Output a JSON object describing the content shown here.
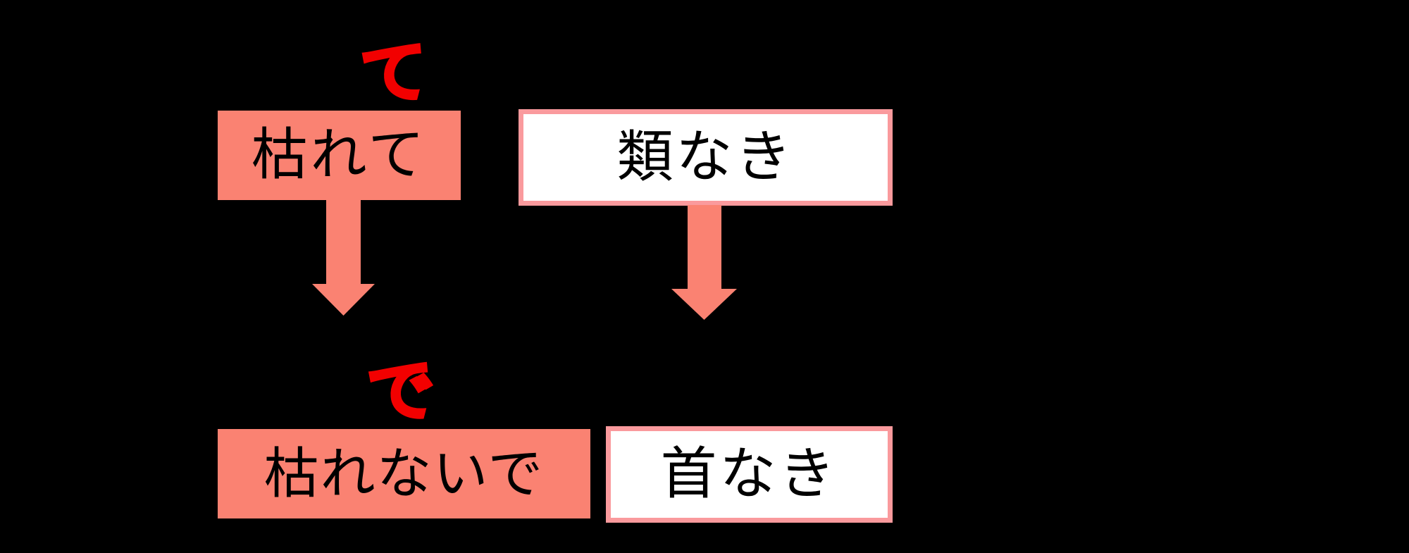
{
  "colors": {
    "background": "#000000",
    "salmon": "#FA8272",
    "pink_border": "#FA9A9D",
    "white": "#FFFFFF",
    "red": "#F20000",
    "text": "#000000"
  },
  "diagram": {
    "top_left_box": {
      "label": "枯れて"
    },
    "top_left_annotation": {
      "label": "て"
    },
    "top_right_box": {
      "label": "類なき"
    },
    "bottom_left_box": {
      "label": "枯れないで"
    },
    "bottom_left_annotation": {
      "label": "で"
    },
    "bottom_right_box": {
      "label": "首なき"
    },
    "arrows": [
      {
        "name": "left-down-arrow",
        "from": "top_left_box",
        "to": "bottom_left_box"
      },
      {
        "name": "right-down-arrow",
        "from": "top_right_box",
        "to": "bottom_right_box"
      }
    ]
  }
}
